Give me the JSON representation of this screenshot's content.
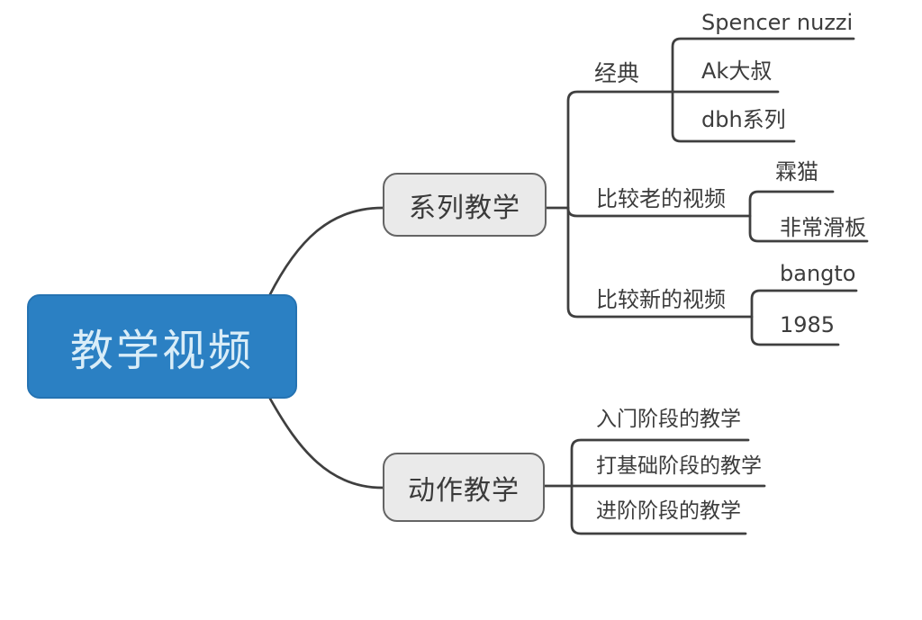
{
  "diagram": {
    "type": "mindmap",
    "colors": {
      "root_fill": "#2B80C3",
      "root_text": "#D9EDF8",
      "node_fill": "#EAEAEA",
      "node_border": "#646464",
      "line": "#3F3F3F",
      "label_text": "#3C3C3C"
    },
    "mindmap": {
      "root": {
        "label": "教学视频"
      },
      "branches": [
        {
          "label": "系列教学",
          "children": [
            {
              "label": "经典",
              "children": [
                {
                  "label": "Spencer nuzzi"
                },
                {
                  "label": "Ak大叔"
                },
                {
                  "label": "dbh系列"
                }
              ]
            },
            {
              "label": "比较老的视频",
              "children": [
                {
                  "label": "霖猫"
                },
                {
                  "label": "非常滑板"
                }
              ]
            },
            {
              "label": "比较新的视频",
              "children": [
                {
                  "label": "bangto"
                },
                {
                  "label": "1985"
                }
              ]
            }
          ]
        },
        {
          "label": "动作教学",
          "children": [
            {
              "label": "入门阶段的教学"
            },
            {
              "label": "打基础阶段的教学"
            },
            {
              "label": "进阶阶段的教学"
            }
          ]
        }
      ]
    }
  }
}
